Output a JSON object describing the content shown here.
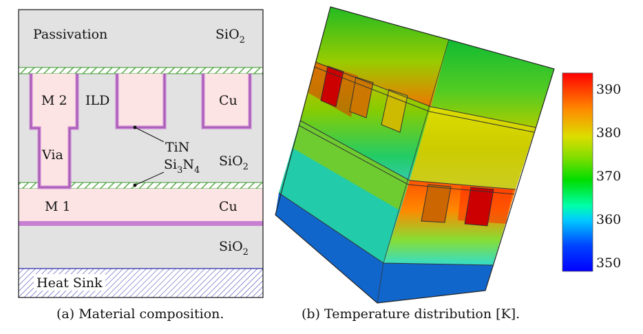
{
  "panel_a": {
    "layers": {
      "passivation": "Passivation",
      "sio2_top": "SiO",
      "sio2_top_sub": "2",
      "m2": "M 2",
      "ild": "ILD",
      "cu_top": "Cu",
      "via": "Via",
      "tin": "TiN",
      "sio2_mid": "SiO",
      "sio2_mid_sub": "2",
      "si3n4_a": "Si",
      "si3n4_sub3": "3",
      "si3n4_b": "N",
      "si3n4_sub4": "4",
      "m1": "M 1",
      "cu_bottom": "Cu",
      "sio2_bottom": "SiO",
      "sio2_bottom_sub": "2",
      "heat_sink": "Heat Sink"
    },
    "caption": "(a) Material composition."
  },
  "panel_b": {
    "caption": "(b) Temperature distribution [K].",
    "colorbar": {
      "ticks": [
        "390",
        "380",
        "370",
        "360",
        "350"
      ]
    }
  },
  "colors": {
    "sio2_gray": "#e2e2e2",
    "cu_pink": "#fde4e4",
    "tin_purple": "#c77fd2",
    "nitride_green": "#3c9a2c",
    "heatsink_blue": "#2b2baa"
  }
}
